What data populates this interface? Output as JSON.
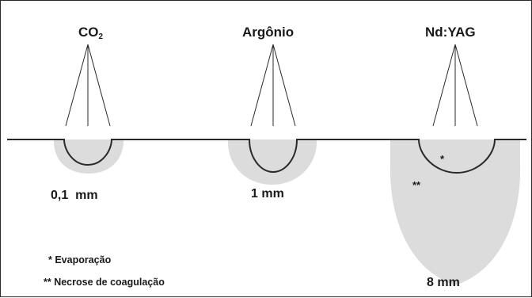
{
  "colors": {
    "tissue_zone": "#dcdcdc",
    "line": "#2a2a2a",
    "text": "#1a1a1a"
  },
  "lasers": [
    {
      "name": "CO",
      "subscript": "2",
      "depth_label": "0,1  mm"
    },
    {
      "name": "Argônio",
      "depth_label": "1 mm"
    },
    {
      "name": "Nd:YAG",
      "depth_label": "8 mm",
      "marker_evaporation": "*",
      "marker_coagulation": "**"
    }
  ],
  "legend": {
    "evaporation": "* Evaporação",
    "coagulation": "** Necrose de coagulação"
  }
}
